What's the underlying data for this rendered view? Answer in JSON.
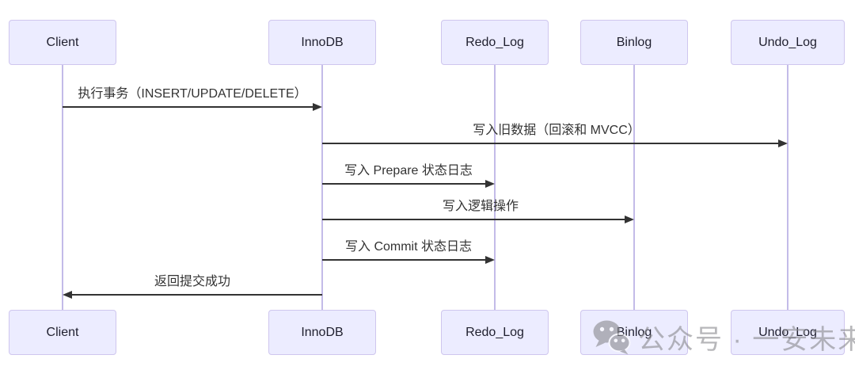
{
  "colors": {
    "actor-fill": "#ECECFF",
    "actor-border": "#CFC6EE",
    "lifeline": "#C3BBE8",
    "arrow": "#333333",
    "text": "#333333",
    "watermark": "#8C8C91"
  },
  "diagram": {
    "type": "sequence-diagram",
    "actors": [
      {
        "id": "client",
        "label": "Client"
      },
      {
        "id": "innodb",
        "label": "InnoDB"
      },
      {
        "id": "redo_log",
        "label": "Redo_Log"
      },
      {
        "id": "binlog",
        "label": "Binlog"
      },
      {
        "id": "undo_log",
        "label": "Undo_Log"
      }
    ],
    "messages": [
      {
        "from": "Client",
        "to": "InnoDB",
        "label": "执行事务（INSERT/UPDATE/DELETE）"
      },
      {
        "from": "InnoDB",
        "to": "Undo_Log",
        "label": "写入旧数据（回滚和 MVCC）"
      },
      {
        "from": "InnoDB",
        "to": "Redo_Log",
        "label": "写入 Prepare 状态日志"
      },
      {
        "from": "InnoDB",
        "to": "Binlog",
        "label": "写入逻辑操作"
      },
      {
        "from": "InnoDB",
        "to": "Redo_Log",
        "label": "写入 Commit 状态日志"
      },
      {
        "from": "InnoDB",
        "to": "Client",
        "label": "返回提交成功"
      }
    ]
  },
  "watermark": {
    "icon": "wechat-icon",
    "text": "公众号 · 一安未来"
  }
}
